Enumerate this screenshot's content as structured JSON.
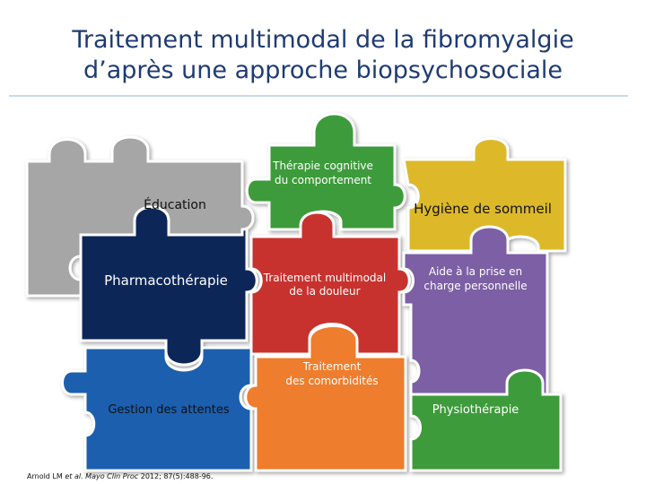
{
  "title": {
    "line1": "Traitement multimodal de la fibromyalgie",
    "line2": "d’après une approche biopsychosociale"
  },
  "pieces": {
    "education": "Éducation",
    "tcc_line1": "Thérapie cognitive",
    "tcc_line2": "du comportement",
    "sommeil": "Hygiène de sommeil",
    "pharmaco": "Pharmacothérapie",
    "douleur_line1": "Traitement multimodal",
    "douleur_line2": "de la douleur",
    "aide_line1": "Aide à la prise en",
    "aide_line2": "charge personnelle",
    "comorbidites_line1": "Traitement",
    "comorbidites_line2": "des comorbidités",
    "attentes": "Gestion des attentes",
    "physio": "Physiothérapie"
  },
  "citation": {
    "authors": "Arnold LM ",
    "etal": "et al.",
    "journal": " Mayo Clin Proc",
    "ref": " 2012; 87(5):488-96."
  },
  "colors": {
    "title": "#1f3b73",
    "grey": "#a6a6a6",
    "green": "#3e9b3a",
    "yellow": "#ddb92a",
    "navy": "#102558",
    "red": "#c8312f",
    "purple": "#7b5ea4",
    "blue": "#1d5fae",
    "orange": "#ee7d2d"
  }
}
